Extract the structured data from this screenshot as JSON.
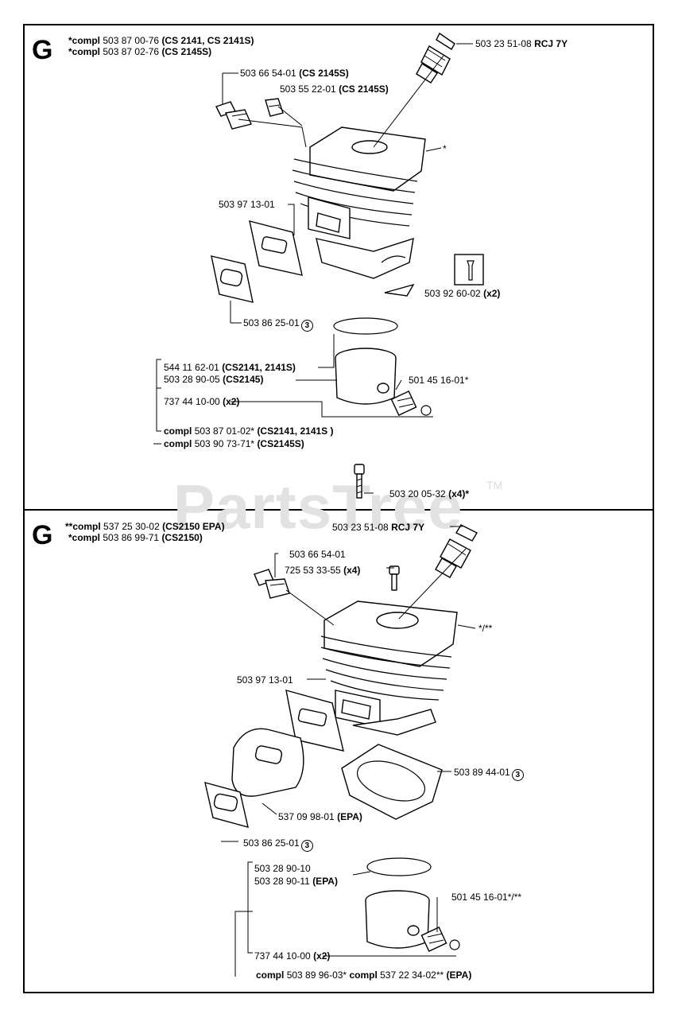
{
  "watermark": {
    "text": "PartsTree",
    "tm": "TM"
  },
  "top": {
    "letter": "G",
    "header1_a": "*compl",
    "header1_num": "503 87 00-76",
    "header1_b": "(CS 2141, CS 2141S)",
    "header2_a": "*compl",
    "header2_num": "503 87 02-76",
    "header2_b": "(CS 2145S)",
    "sparkplug_num": "503 23 51-08",
    "sparkplug_b": "RCJ 7Y",
    "decomp_num": "503 66 54-01",
    "decomp_b": "(CS 2145S)",
    "plug2_num": "503 55 22-01",
    "plug2_b": "(CS 2145S)",
    "asterisk": "*",
    "gasket_num": "503 97 13-01",
    "tool_num": "503 92 60-02",
    "tool_b": "(x2)",
    "intake_num": "503 86 25-01",
    "intake_circ": "3",
    "ring_num": "544 11 62-01",
    "ring_b": "(CS2141, 2141S)",
    "piston_num": "503 28 90-05",
    "piston_b": "(CS2145)",
    "bearing_num": "501 45 16-01*",
    "circlip_num": "737 44 10-00",
    "circlip_b": "(x2)",
    "kit1_a": "compl",
    "kit1_num": "503 87 01-02*",
    "kit1_b": "(CS2141, 2141S )",
    "kit2_a": "compl",
    "kit2_num": "503 90 73-71*",
    "kit2_b": "(CS2145S)",
    "screw_num": "503 20 05-32",
    "screw_b": "(x4)*"
  },
  "bottom": {
    "letter": "G",
    "header1_a": "**compl",
    "header1_num": "537 25 30-02",
    "header1_b": "(CS2150 EPA)",
    "header2_a": "*compl",
    "header2_num": "503 86 99-71",
    "header2_b": "(CS2150)",
    "sparkplug_num": "503 23 51-08",
    "sparkplug_b": "RCJ 7Y",
    "decomp_num": "503 66 54-01",
    "screw_num": "725 53 33-55",
    "screw_b": "(x4)",
    "asterisk": "*/**",
    "gasket_num": "503 97 13-01",
    "base_num": "503 89 44-01",
    "base_circ": "3",
    "shield_num": "537 09 98-01",
    "shield_b": "(EPA)",
    "intake_num": "503 86 25-01",
    "intake_circ": "3",
    "ring1_num": "503 28 90-10",
    "ring2_num": "503 28 90-11",
    "ring2_b": "(EPA)",
    "bearing_num": "501 45 16-01*/**",
    "circlip_num": "737 44 10-00",
    "circlip_b": "(x2)",
    "kit_a": "compl",
    "kit_num": "503 89 96-03*",
    "kit_c": "compl",
    "kit_num2": "537 22 34-02**",
    "kit_b": "(EPA)"
  }
}
